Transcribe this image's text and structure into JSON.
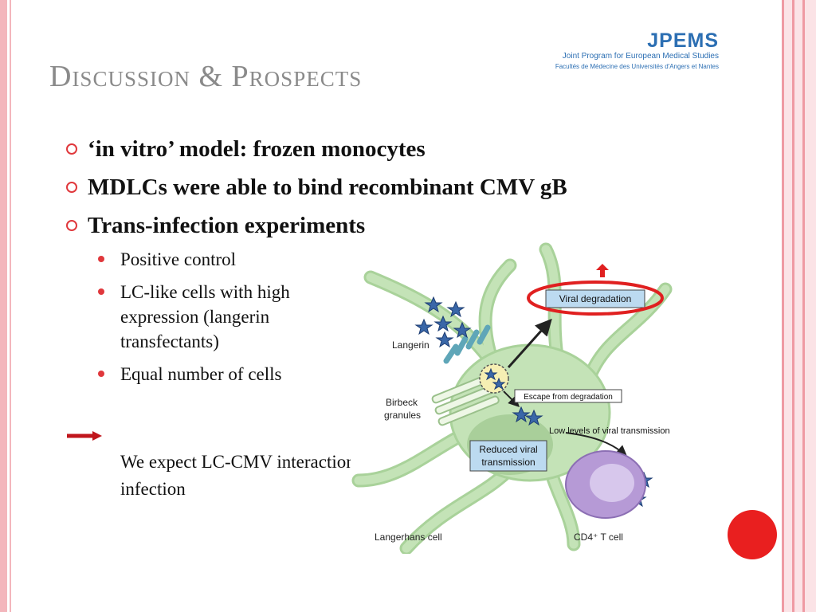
{
  "title": "Discussion & Prospects",
  "logo": {
    "name": "JPEMS",
    "subtitle": "Joint Program for European Medical Studies",
    "subtitle2": "Facultés de Médecine des Universités d'Angers et Nantes"
  },
  "bullets": [
    {
      "text": "‘in vitro’ model: frozen monocytes",
      "level": 1
    },
    {
      "text": "MDLCs were able to bind recombinant CMV gB",
      "level": 1
    },
    {
      "text": "Trans-infection experiments",
      "level": 1
    },
    {
      "text": "Positive control",
      "level": 2
    },
    {
      "text": "LC-like cells with high expression (langerin transfectants)",
      "level": 2
    },
    {
      "text": "Equal number of cells",
      "level": 2
    }
  ],
  "conclusion": "We expect LC-CMV interaction to have a role upon CMV infection",
  "figure": {
    "labels": {
      "langerin": "Langerin",
      "birbeck": "Birbeck",
      "granules": "granules",
      "viral_degradation": "Viral degradation",
      "escape": "Escape from degradation",
      "low_levels": "Low levels of viral transmission",
      "reduced1": "Reduced viral",
      "reduced2": "transmission",
      "langerhans": "Langerhans cell",
      "cd4": "CD4⁺ T cell"
    }
  },
  "colors": {
    "accent": "#e0383c",
    "title": "#8a8a8a",
    "logo": "#2c6fb3",
    "cell_green": "#b8dcaa",
    "tcell_purple": "#b69ad6",
    "circle_red": "#e91f1f"
  }
}
